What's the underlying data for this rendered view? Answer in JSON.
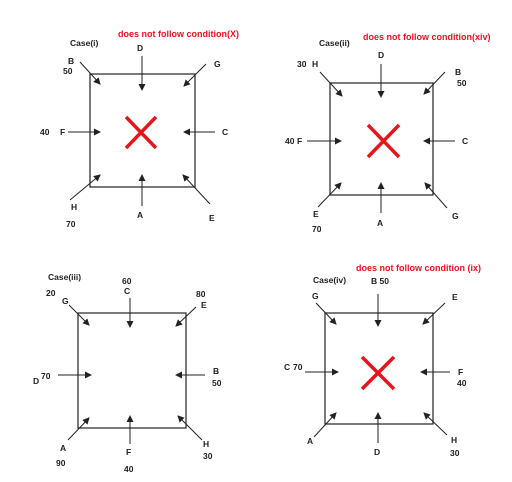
{
  "colors": {
    "stroke": "#222222",
    "note": "#e8141c",
    "cross": "#e8141c"
  },
  "panels": [
    {
      "id": "case-1",
      "title": "Case(i)",
      "note": "does not follow condition(X)",
      "crossed": true,
      "labels": {
        "D": "D",
        "G": "G",
        "B": "B",
        "B_val": "50",
        "F": "F",
        "F_val": "40",
        "C": "C",
        "H": "H",
        "H_val": "70",
        "A": "A",
        "E": "E"
      }
    },
    {
      "id": "case-2",
      "title": "Case(ii)",
      "note": "does not follow condition(xiv)",
      "crossed": true,
      "labels": {
        "D": "D",
        "H": "H",
        "H_val": "30",
        "B": "B",
        "B_val": "50",
        "F": "F",
        "F_val": "40",
        "C": "C",
        "E": "E",
        "E_val": "70",
        "A": "A",
        "G": "G"
      }
    },
    {
      "id": "case-3",
      "title": "Case(iii)",
      "note": "",
      "crossed": false,
      "labels": {
        "C": "C",
        "C_val": "60",
        "G": "G",
        "G_val": "20",
        "E": "E",
        "E_val": "80",
        "D": "D",
        "D_val": "70",
        "B": "B",
        "B_val": "50",
        "A": "A",
        "A_val": "90",
        "F": "F",
        "F_val": "40",
        "H": "H",
        "H_val": "30"
      }
    },
    {
      "id": "case-4",
      "title": "Case(iv)",
      "note": "does not follow condition (ix)",
      "crossed": true,
      "labels": {
        "B": "B 50",
        "G": "G",
        "E": "E",
        "C": "C",
        "C_val": "70",
        "F": "F",
        "F_val": "40",
        "A": "A",
        "D": "D",
        "H": "H",
        "H_val": "30"
      }
    }
  ]
}
